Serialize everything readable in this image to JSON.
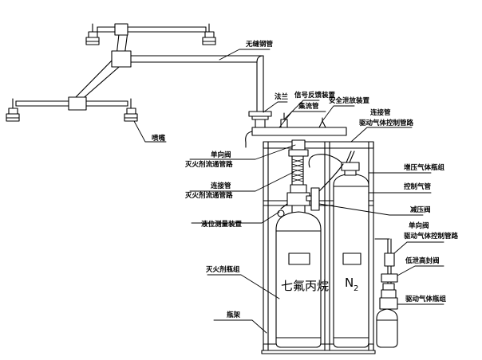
{
  "labels": {
    "seamless_pipe": "无缝钢管",
    "nozzle": "喷嘴",
    "flange": "法兰",
    "signal_feedback": "信号反馈装置",
    "manifold": "集流管",
    "safety_relief": "安全泄放装置",
    "connect_pipe_top": "连接管",
    "drive_gas_control_line": "驱动气体控制管路",
    "check_valve_1": "单向阀",
    "agent_pipe_1": "灭火剂流通管路",
    "pressurize_cylinder_group": "增压气体瓶组",
    "connect_pipe_2": "连接管",
    "agent_pipe_2": "灭火剂流通管路",
    "control_gas_pipe": "控制气管",
    "level_measure": "液位测量装置",
    "pressure_reducer": "减压阀",
    "check_valve_2": "单向阀",
    "drive_gas_control_line_2": "驱动气体控制管路",
    "low_leak_valve": "低泄高封阀",
    "agent_cylinder_group": "灭火剂瓶组",
    "drive_gas_cylinder_group": "驱动气体瓶组",
    "frame": "瓶架",
    "agent_name": "七氟丙烷",
    "n2_main": "N",
    "n2_sub": "2"
  },
  "colors": {
    "line": "#000000",
    "background": "#ffffff"
  }
}
